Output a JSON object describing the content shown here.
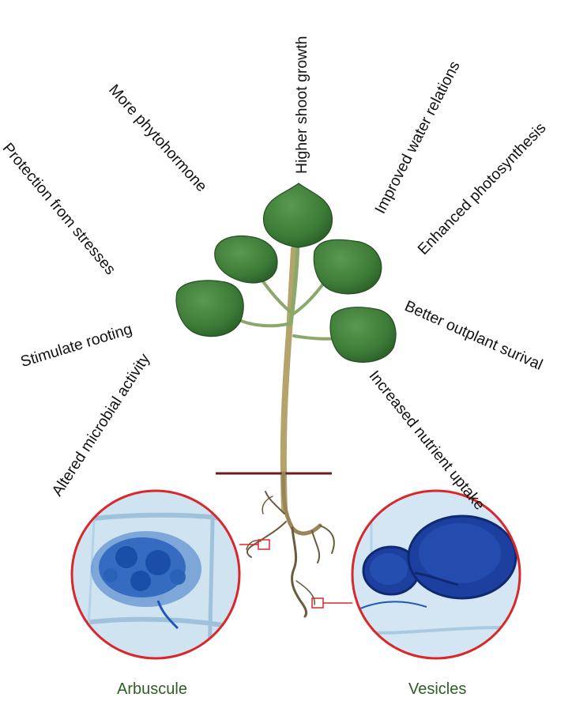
{
  "benefits": [
    "Higher shoot growth",
    "Improved water relations",
    "Enhanced photosynthesis",
    "Better outplant surival",
    "Increased nutrient uptake",
    "More phytohormone",
    "Protection from stresses",
    "Stimulate rooting",
    "Altered microbial activity"
  ],
  "captions": {
    "left": "Arbuscule",
    "right": "Vesicles"
  },
  "colors": {
    "label_text": "#111111",
    "caption_text": "#2f5d26",
    "leaf": "#3f7d3a",
    "stem": "#b9a46a",
    "soil_line": "#6b1d1d",
    "circle_border": "#d8282c",
    "stain_blue": "#1d58b8",
    "cell_background": "#cfe3f1"
  }
}
